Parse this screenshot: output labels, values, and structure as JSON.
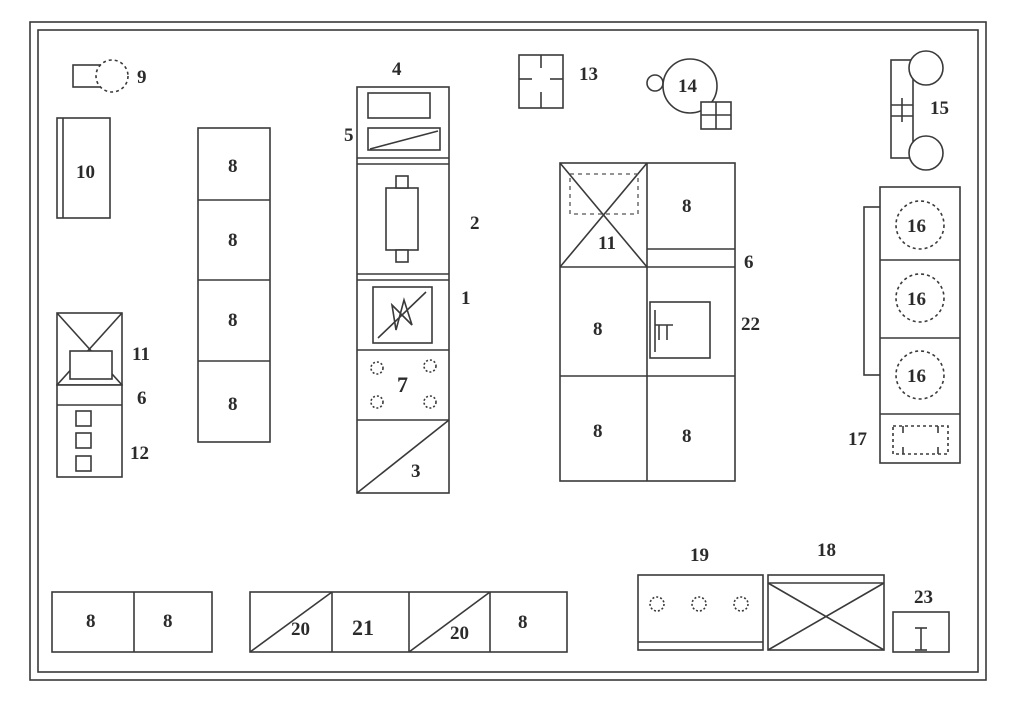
{
  "diagram": {
    "labels": {
      "l1": "1",
      "l2": "2",
      "l3": "3",
      "l4": "4",
      "l5": "5",
      "l6a": "6",
      "l6b": "6",
      "l7": "7",
      "l8": "8",
      "l9": "9",
      "l10": "10",
      "l11": "11",
      "l12": "12",
      "l13": "13",
      "l14": "14",
      "l15": "15",
      "l16": "16",
      "l17": "17",
      "l18": "18",
      "l19": "19",
      "l20": "20",
      "l21": "21",
      "l22": "22",
      "l23": "23"
    },
    "stroke_color": "#3a3a3a",
    "background": "#ffffff"
  }
}
